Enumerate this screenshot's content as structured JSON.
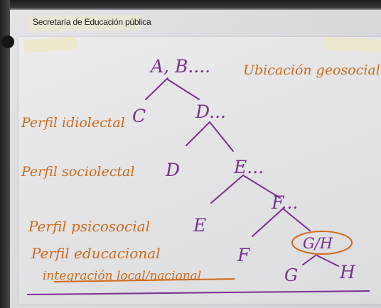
{
  "header": {
    "label": "Secretaría de Educación pública"
  },
  "tree": {
    "root": "A, B....",
    "nodes": {
      "C": "C",
      "D1": "D...",
      "D2": "D",
      "E1": "E...",
      "F1": "F...",
      "E2": "E",
      "F2": "F",
      "GH": "G/H",
      "G": "G",
      "H": "H"
    }
  },
  "annotations": {
    "top": "Ubicación geosocial",
    "perfil_1": "Perfil idiolectal",
    "perfil_2": "Perfil sociolectal",
    "perfil_3": "Perfil psicosocial",
    "perfil_4": "Perfil educacional",
    "perfil_5": "integración local/nacional"
  },
  "colors": {
    "purple_marker": "#7a2f8e",
    "orange_marker": "#d06a1a"
  }
}
